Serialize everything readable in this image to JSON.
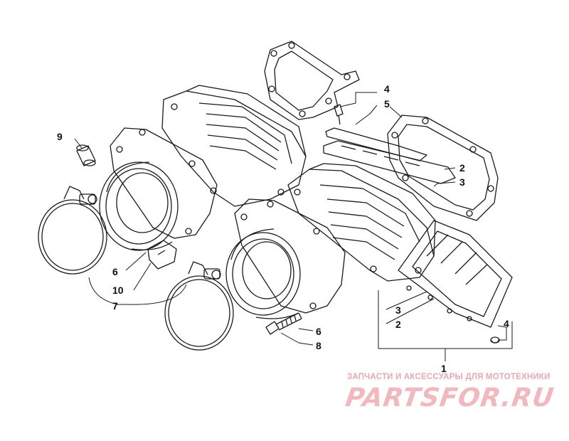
{
  "callouts": {
    "c1": "1",
    "c2a": "2",
    "c2b": "2",
    "c3a": "3",
    "c3b": "3",
    "c4a": "4",
    "c4b": "4",
    "c5": "5",
    "c6a": "6",
    "c6b": "6",
    "c7": "7",
    "c8": "8",
    "c9": "9",
    "c10": "10"
  },
  "watermark": {
    "tagline": "ЗАПЧАСТИ И АКСЕССУАРЫ ДЛЯ МОТОТЕХНИКИ",
    "logo": "PARTSFOR.RU"
  },
  "colors": {
    "line": "#1a1a1a",
    "watermark": "#f1b9bd"
  }
}
